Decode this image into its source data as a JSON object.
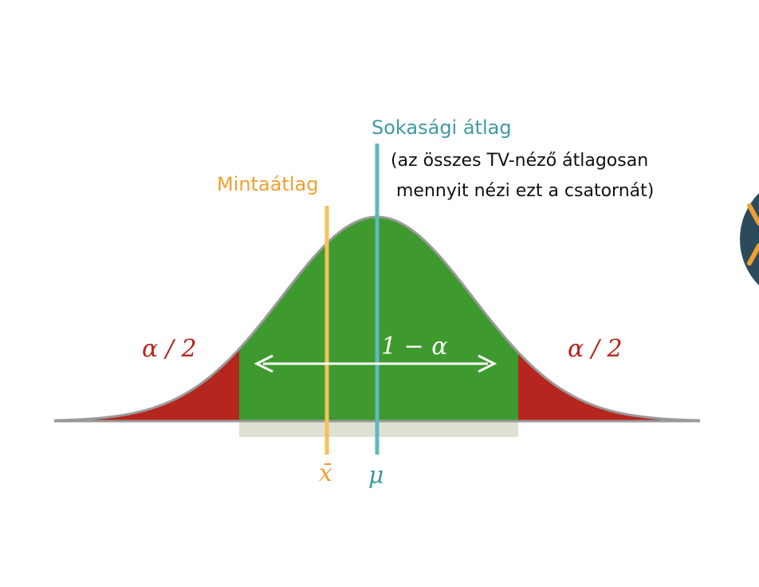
{
  "colors": {
    "body": "#3e9a2e",
    "tails": "#b5261e",
    "curve_stroke": "#9a9a9a",
    "band": "#dfe0d3",
    "sample_line": "#f3c25a",
    "population_line": "#5fb8c0",
    "sample_text": "#f0a030",
    "population_text": "#3f9aa3",
    "alpha_text": "#b5261e",
    "arrow": "#ffffff",
    "note_text": "#111111",
    "badge_dark": "#2b4b5d",
    "badge_accent": "#f0a030"
  },
  "labels": {
    "population_title": "Sokasági átlag",
    "population_note_1": "(az összes TV-néző átlagosan",
    "population_note_2": "mennyit nézi ezt a csatornát)",
    "sample_title": "Mintaátlag",
    "alpha_left": "α / 2",
    "alpha_right": "α / 2",
    "center": "1 − α",
    "xbar": "x̄",
    "mu": "μ"
  },
  "icons": {
    "badge": "partial-circle-badge-icon",
    "arrow": "double-headed-arrow-icon"
  }
}
